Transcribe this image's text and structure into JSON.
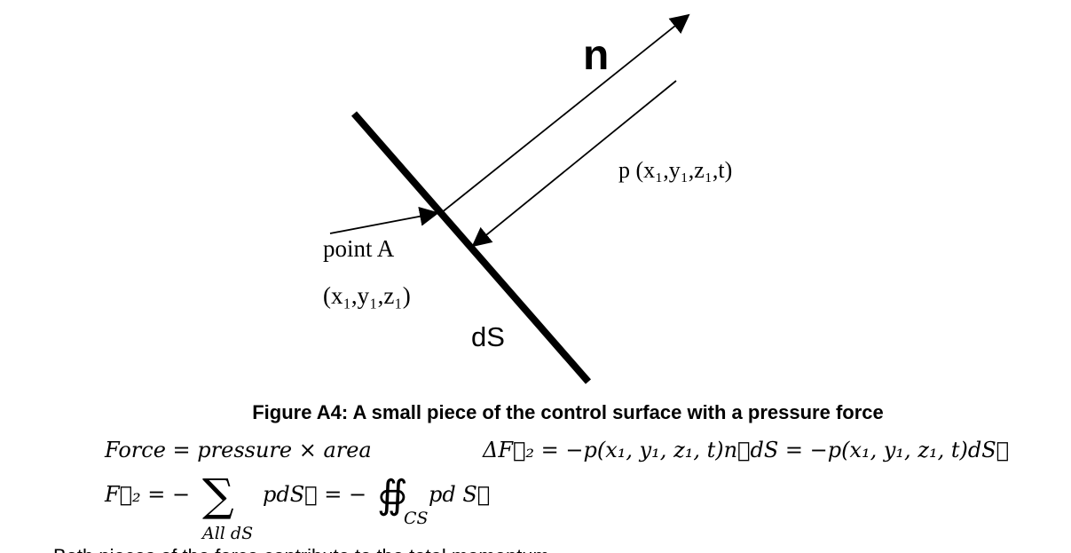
{
  "diagram": {
    "normal_label": "n",
    "pressure_label": "p (x₁,y₁,z₁,t)",
    "point_label": "point A",
    "point_coords": "(x₁,y₁,z₁)",
    "element_label": "dS"
  },
  "caption": "Figure A4: A small piece of the control surface with a pressure force",
  "equation1": {
    "text": "Force = pressure × area",
    "delta": "ΔF⃗₂ = −p(x₁, y₁, z₁, t)n⃗dS = −p(x₁, y₁, z₁, t)dS⃗"
  },
  "equation2": {
    "lhs": "F⃗₂ = −",
    "sum_symbol": "∑",
    "sum_sub": "All dS",
    "mid": "pdS⃗ = −",
    "integral_symbol": "∯",
    "integral_sub": "CS",
    "rhs": "pd S⃗"
  },
  "footer_text": "Both pieces of the force contribute to the total momentum"
}
